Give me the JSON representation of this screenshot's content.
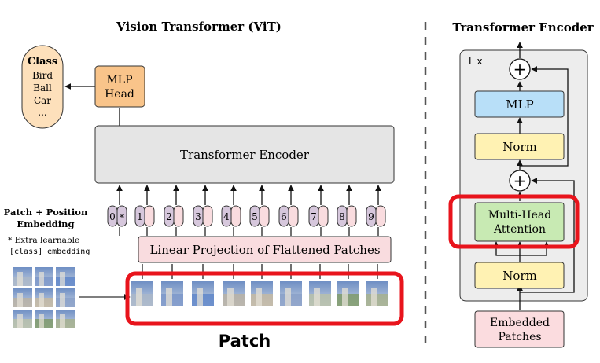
{
  "vit": {
    "title": "Vision Transformer (ViT)",
    "class_box": {
      "heading": "Class",
      "items": [
        "Bird",
        "Ball",
        "Car",
        "..."
      ]
    },
    "mlp_head": {
      "line1": "MLP",
      "line2": "Head"
    },
    "encoder_label": "Transformer Encoder",
    "pos_embedding_label": {
      "line1": "Patch + Position",
      "line2": "Embedding"
    },
    "extra_note": {
      "line1": "* Extra learnable",
      "line2": "[class] embedding"
    },
    "tokens": [
      "0*",
      "1",
      "2",
      "3",
      "4",
      "5",
      "6",
      "7",
      "8",
      "9"
    ],
    "projection_label": "Linear Projection of Flattened Patches",
    "patch_label": "Patch"
  },
  "encoder": {
    "title": "Transformer Encoder",
    "repeat_label": "L x",
    "add_symbol": "+",
    "mlp_label": "MLP",
    "norm_label": "Norm",
    "attention": {
      "line1": "Multi-Head",
      "line2": "Attention"
    },
    "embedded": {
      "line1": "Embedded",
      "line2": "Patches"
    }
  },
  "colors": {
    "highlight": "#e8141c",
    "mlp_head_fill": "#f9c48a",
    "class_fill": "#fde0bb",
    "encoder_fill": "#e5e5e5",
    "token_fill": "#d6c7dc",
    "projection_fill": "#f9dcdf",
    "mlp_fill": "#b8dff8",
    "norm_fill": "#fff2b3",
    "attention_fill": "#c8eab3",
    "embedded_fill": "#fbdcdf",
    "block_bg": "#ededed"
  }
}
